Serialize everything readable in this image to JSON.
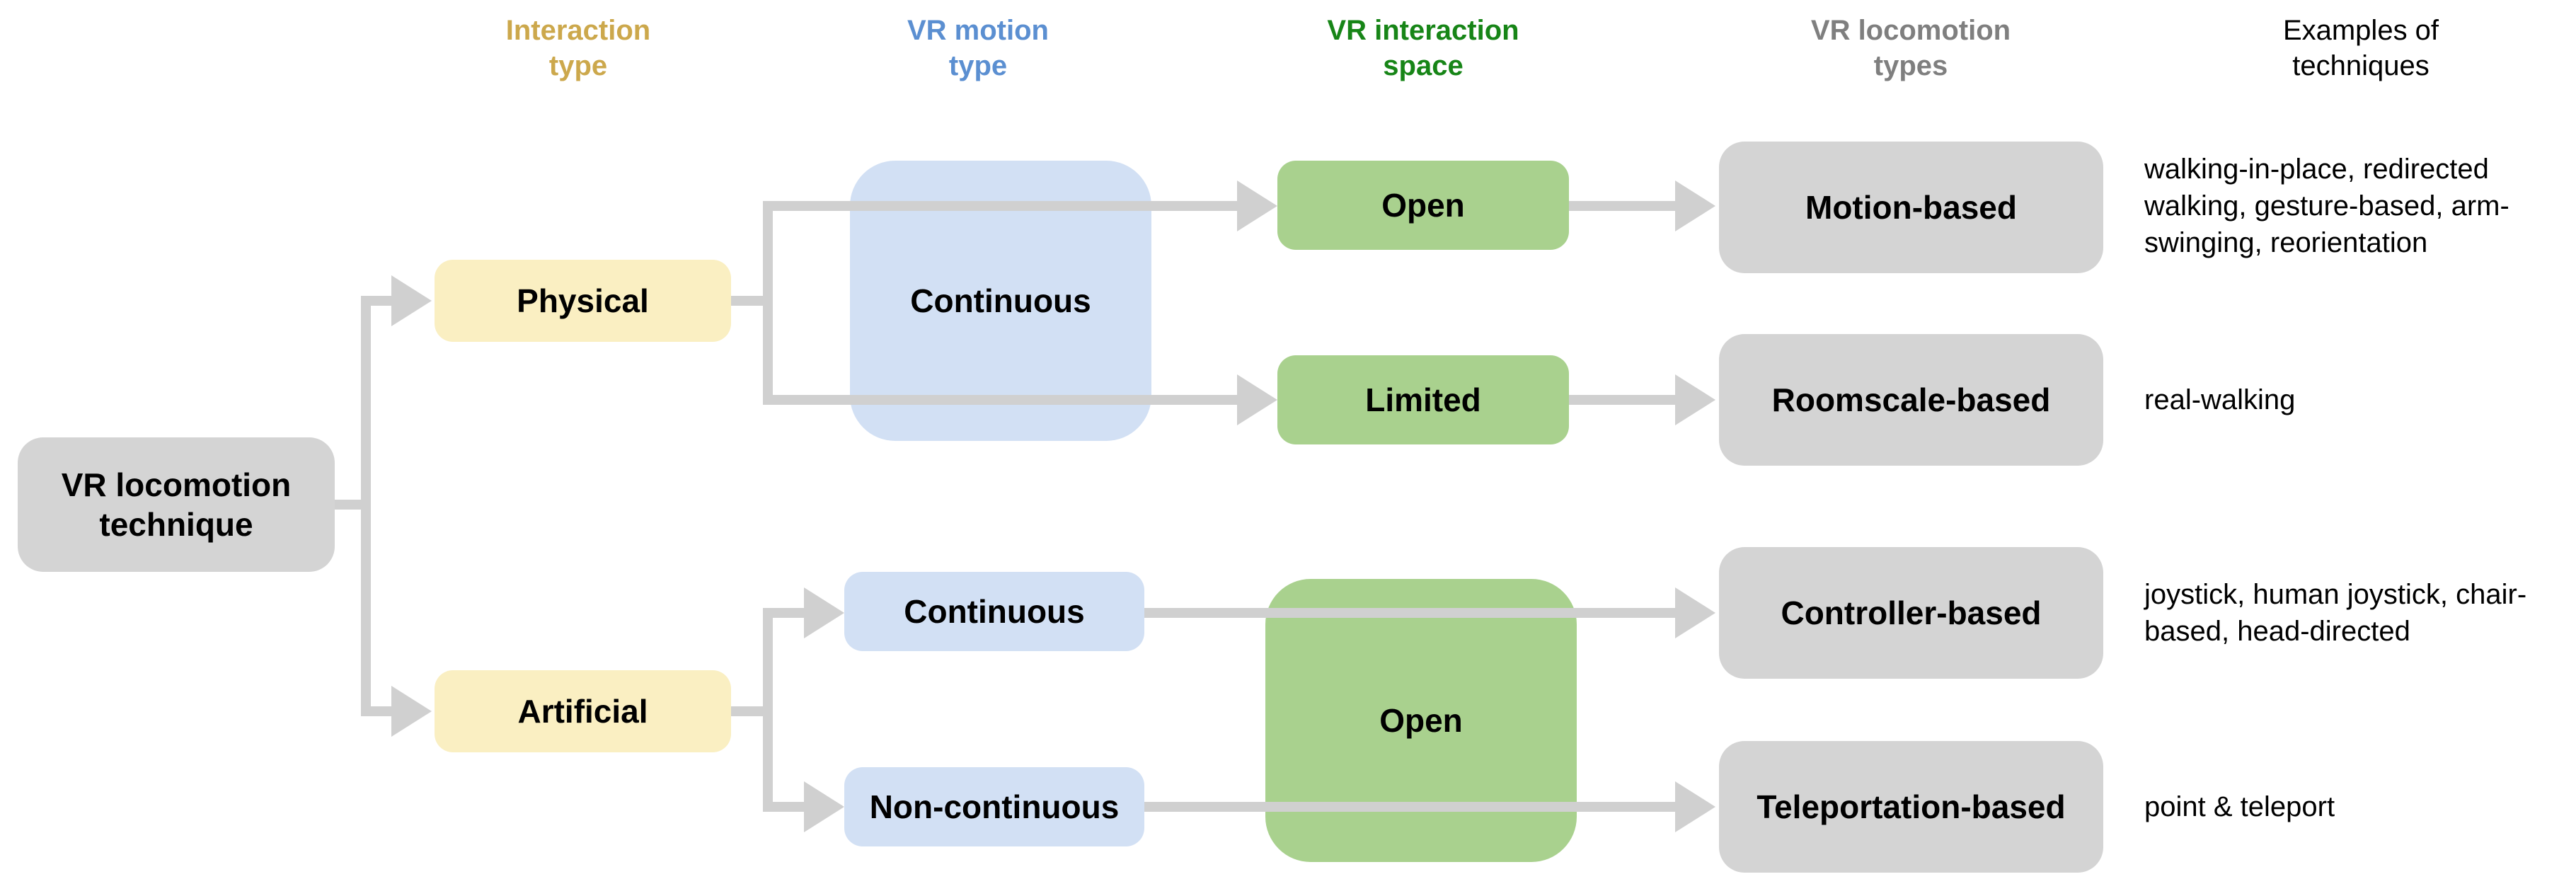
{
  "headers": [
    {
      "id": "interaction-type",
      "lines": [
        "Interaction",
        "type"
      ],
      "color": "#CCA84C"
    },
    {
      "id": "vr-motion-type",
      "lines": [
        "VR motion",
        "type"
      ],
      "color": "#5B8FD1"
    },
    {
      "id": "vr-interaction-space",
      "lines": [
        "VR interaction",
        "space"
      ],
      "color": "#178517"
    },
    {
      "id": "vr-locomotion-types",
      "lines": [
        "VR locomotion",
        "types"
      ],
      "color": "#7F7F7F"
    },
    {
      "id": "examples-of-techniques",
      "lines": [
        "Examples of",
        "techniques"
      ],
      "color": "#000000"
    }
  ],
  "nodes": {
    "root": {
      "lines": [
        "VR locomotion",
        "technique"
      ],
      "fill": "#D4D4D4"
    },
    "physical": {
      "label": "Physical",
      "fill": "#FAEFC2"
    },
    "artificial": {
      "label": "Artificial",
      "fill": "#FAEFC2"
    },
    "continuous_physical": {
      "label": "Continuous",
      "fill": "#D2E0F4"
    },
    "continuous_artificial": {
      "label": "Continuous",
      "fill": "#D2E0F4"
    },
    "non_continuous": {
      "label": "Non-continuous",
      "fill": "#D2E0F4"
    },
    "open_physical": {
      "label": "Open",
      "fill": "#A9D18E"
    },
    "limited": {
      "label": "Limited",
      "fill": "#A9D18E"
    },
    "open_artificial": {
      "label": "Open",
      "fill": "#A9D18E"
    },
    "motion_based": {
      "label": "Motion-based",
      "fill": "#D4D4D4"
    },
    "roomscale_based": {
      "label": "Roomscale-based",
      "fill": "#D4D4D4"
    },
    "controller_based": {
      "label": "Controller-based",
      "fill": "#D4D4D4"
    },
    "teleportation_based": {
      "label": "Teleportation-based",
      "fill": "#D4D4D4"
    }
  },
  "examples": {
    "motion_based": {
      "lines": [
        "walking-in-place, redirected",
        "walking, gesture-based, arm-",
        "swinging, reorientation"
      ]
    },
    "roomscale_based": {
      "lines": [
        "real-walking"
      ]
    },
    "controller_based": {
      "lines": [
        "joystick, human joystick, chair-",
        "based, head-directed"
      ]
    },
    "teleportation_based": {
      "lines": [
        "point & teleport"
      ]
    }
  },
  "connector_color": "#D0D0D0"
}
